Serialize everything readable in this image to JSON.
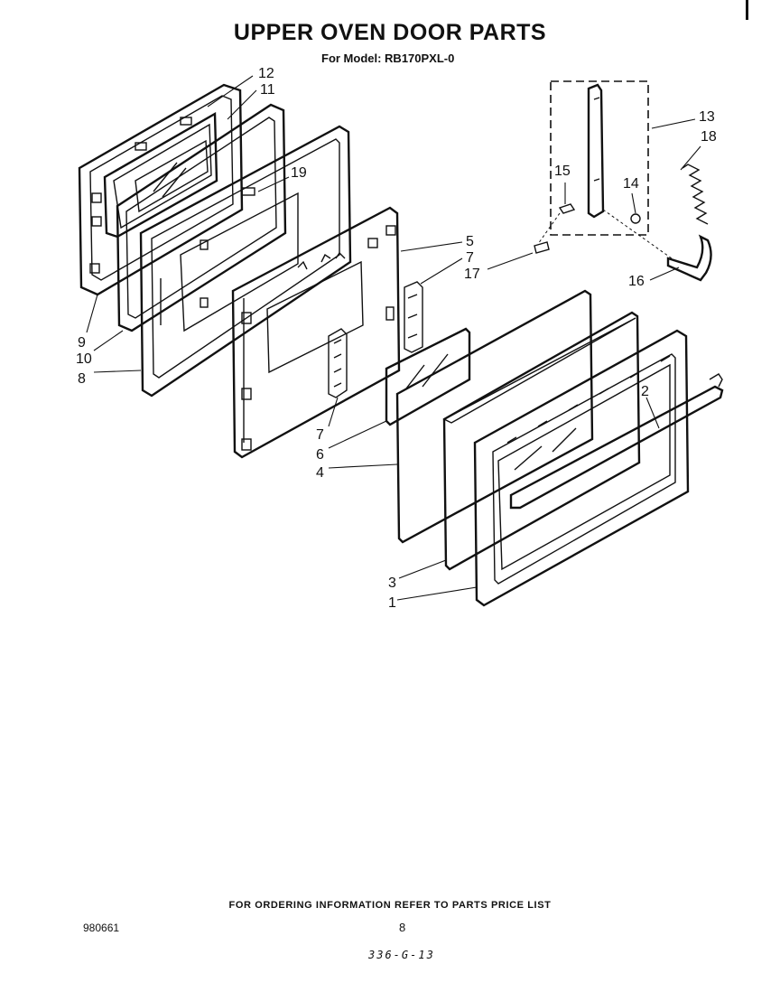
{
  "header": {
    "title": "UPPER OVEN DOOR PARTS",
    "model_line": "For Model: RB170PXL-0"
  },
  "footer": {
    "ordering_note": "FOR ORDERING INFORMATION REFER TO PARTS PRICE LIST",
    "doc_number": "980661",
    "page_number": "8",
    "handwritten_code": "336-G-13"
  },
  "callouts": [
    "12",
    "11",
    "19",
    "5",
    "7",
    "17",
    "13",
    "18",
    "15",
    "14",
    "16",
    "9",
    "10",
    "8",
    "7",
    "6",
    "4",
    "2",
    "3",
    "1"
  ]
}
